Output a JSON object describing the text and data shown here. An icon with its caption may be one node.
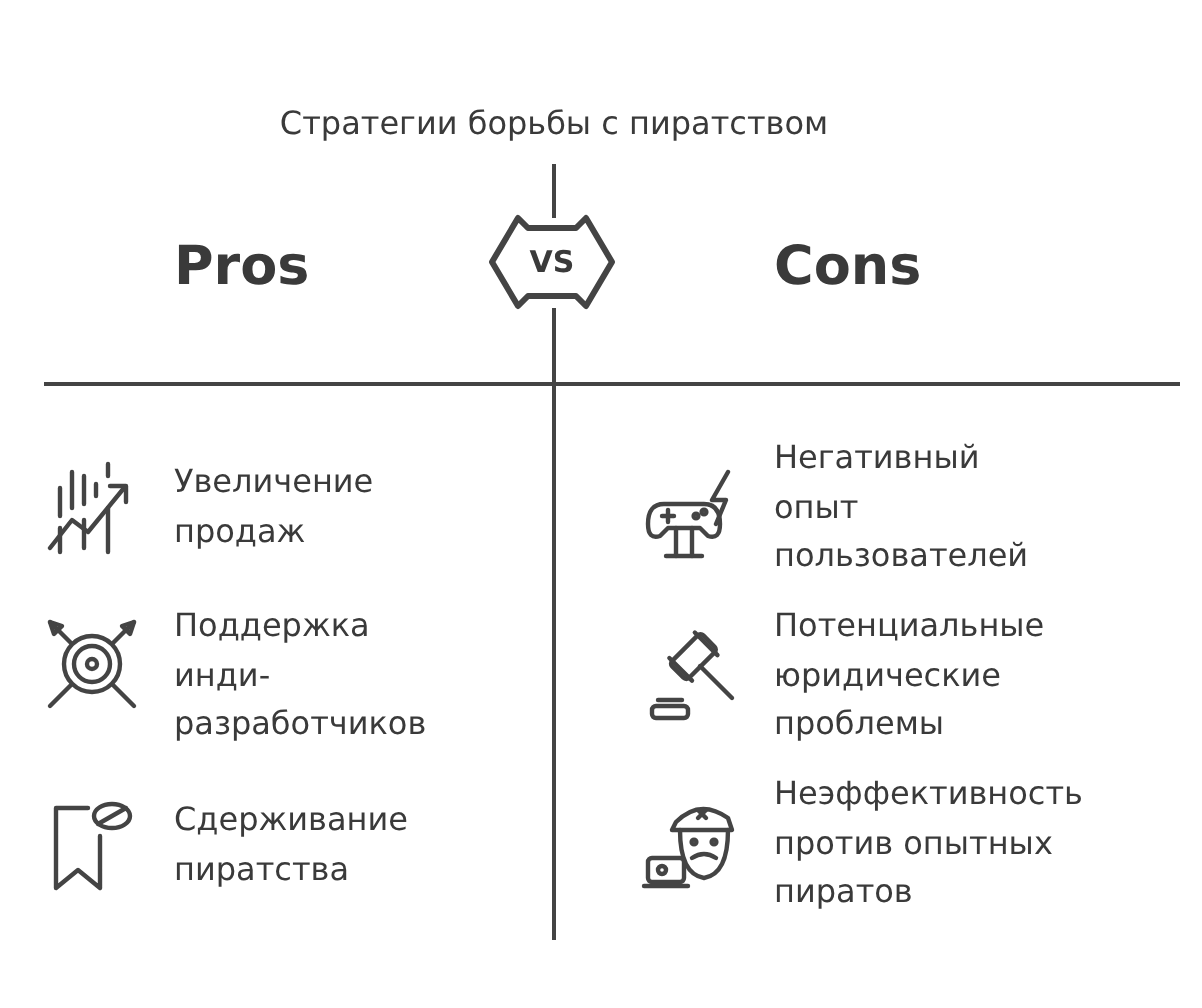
{
  "diagram": {
    "title": "Стратегии борьбы с пиратством",
    "nodes": [
      {
        "text": [
          "VS"
        ]
      }
    ],
    "labels": [
      "Pros",
      "Увеличение продаж",
      "Поддержка инди-разработчиков",
      "Сдерживание пиратства",
      "Cons",
      "Негативный опыт пользователей",
      "Потенциальные юридические проблемы",
      "Неэффективность против опытных пиратов"
    ]
  }
}
